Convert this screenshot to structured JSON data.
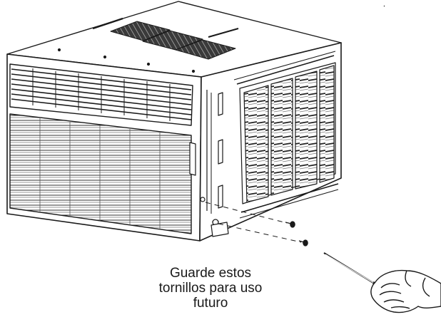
{
  "caption": {
    "lines": [
      "Guarde estos",
      "tornillos para uso",
      "futuro"
    ]
  },
  "icons": {
    "appliance": "window-air-conditioner-icon",
    "screws": "screw-icon",
    "tool": "screwdriver-icon",
    "hand": "hand-icon"
  },
  "colors": {
    "line": "#1a1a1a",
    "background": "#ffffff",
    "vent_dark": "#2a2a2a"
  }
}
